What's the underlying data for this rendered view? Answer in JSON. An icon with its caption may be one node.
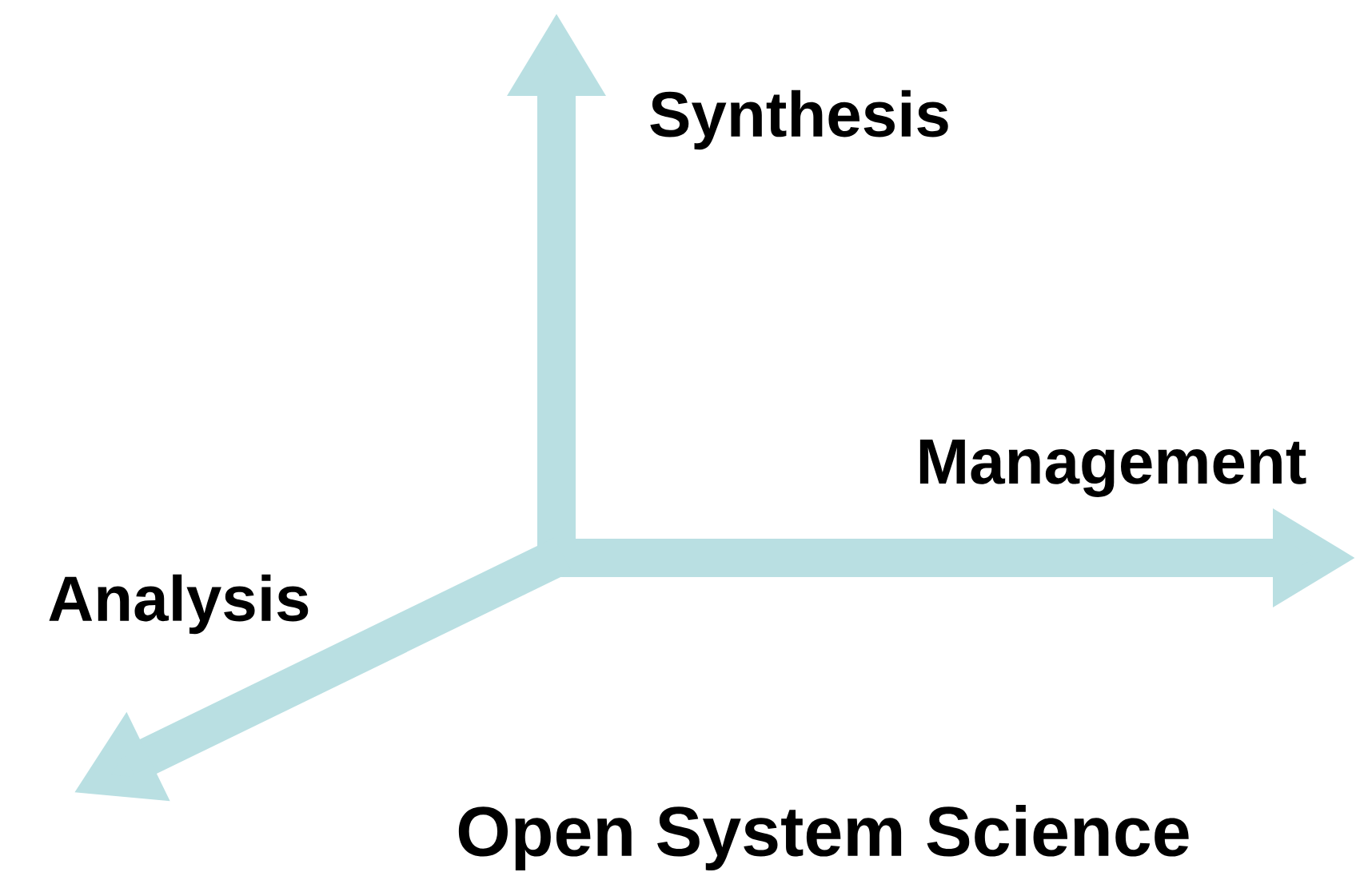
{
  "diagram": {
    "caption": "Open System Science",
    "labels": [
      "Synthesis",
      "Management",
      "Analysis"
    ]
  }
}
